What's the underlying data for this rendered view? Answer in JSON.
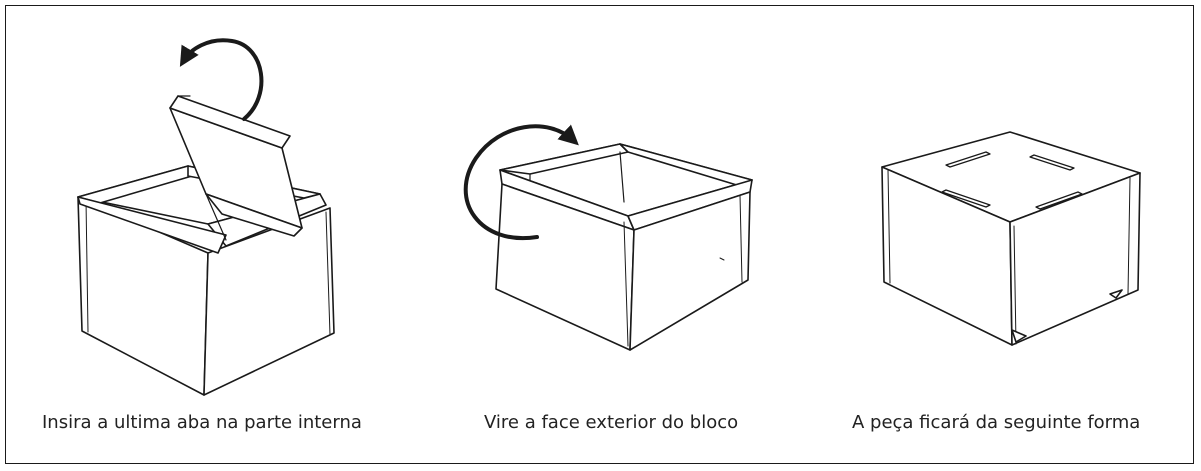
{
  "steps": [
    {
      "caption": "Insira a ultima aba na parte interna",
      "illustration": "box-tuck-last-flap",
      "arrow": "counterclockwise-rotate-icon"
    },
    {
      "caption": "Vire a face exterior do bloco",
      "illustration": "box-rotate-to-outer-face",
      "arrow": "clockwise-rotate-icon"
    },
    {
      "caption": "A peça ficará da seguinte forma",
      "illustration": "box-finished",
      "arrow": ""
    }
  ],
  "colors": {
    "line": "#1a1a1a",
    "fill": "#ffffff",
    "text": "#222222"
  }
}
